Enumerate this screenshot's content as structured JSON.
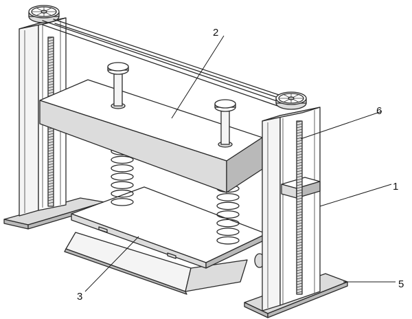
{
  "callouts": [
    {
      "id": "1",
      "text": "1"
    },
    {
      "id": "2",
      "text": "2"
    },
    {
      "id": "3",
      "text": "3"
    },
    {
      "id": "5",
      "text": "5"
    },
    {
      "id": "6",
      "text": "6"
    }
  ],
  "colors": {
    "line": "#2a2a2a",
    "shade_light": "#f4f4f4",
    "shade_mid": "#dcdcdc",
    "shade_dark": "#b9b9b9",
    "background": "#ffffff"
  },
  "icons": [
    "pulley-wheel-icon",
    "screw-rod-icon",
    "compression-spring-icon",
    "guide-post-icon"
  ]
}
